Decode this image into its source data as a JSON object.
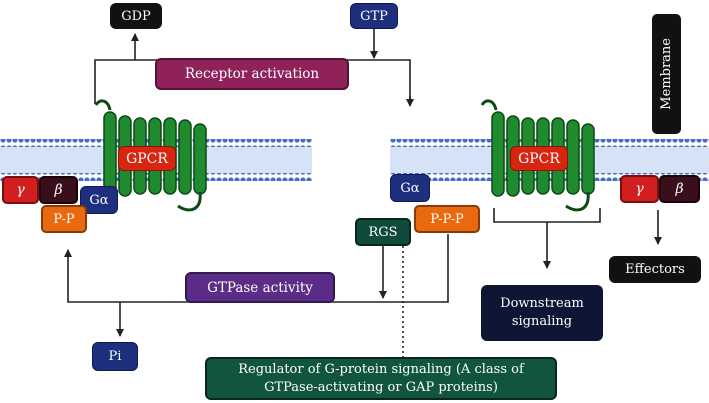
{
  "labels": {
    "gdp": "GDP",
    "gtp": "GTP",
    "receptor_activation": "Receptor activation",
    "membrane": "Membrane",
    "gpcr_left": "GPCR",
    "gpcr_right": "GPCR",
    "gamma_left": "γ",
    "beta_left": "β",
    "galpha_left": "Gα",
    "pp": "P-P",
    "galpha_right": "Gα",
    "ppp": "P-P-P",
    "rgs": "RGS",
    "gamma_right": "γ",
    "beta_right": "β",
    "effectors": "Effectors",
    "downstream": "Downstream signaling",
    "gtpase_activity": "GTPase activity",
    "pi": "Pi",
    "regulator": "Regulator of G-protein signaling (A class of GTPase-activating or GAP proteins)"
  },
  "colors": {
    "membrane_head": "#3f6fc9",
    "membrane_tail": "#9fbbe8",
    "helix": "#1f8a2e",
    "helix_edge": "#0c4a14",
    "arrow": "#222222"
  }
}
